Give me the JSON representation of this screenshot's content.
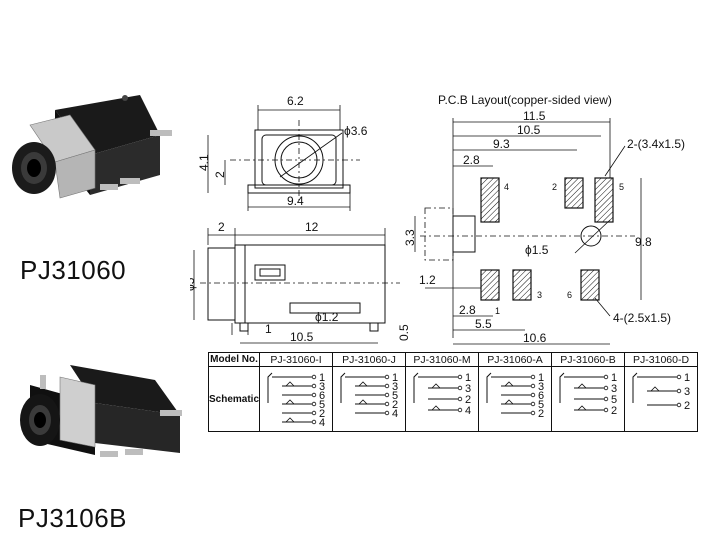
{
  "products": {
    "top_name": "PJ31060",
    "bottom_name": "PJ3106B"
  },
  "front_view": {
    "width": "6.2",
    "hole": "ϕ3.6",
    "height_outer": "4.1",
    "height_inner": "2",
    "base_width": "9.4"
  },
  "side_view": {
    "left_len": "2",
    "body_len": "12",
    "dia": "ϕ5",
    "pin_gap": "1",
    "pin_dia": "ϕ1.2",
    "total_len": "10.5",
    "thickness": "0.5"
  },
  "pcb": {
    "title": "P.C.B Layout(copper-sided view)",
    "dim_11_5": "11.5",
    "dim_10_5": "10.5",
    "dim_9_3": "9.3",
    "dim_2_8_top": "2.8",
    "pad_big": "2-(3.4x1.5)",
    "dim_3_3": "3.3",
    "hole": "ϕ1.5",
    "dim_9_8": "9.8",
    "dim_1_2": "1.2",
    "dim_2_8_bot": "2.8",
    "dim_5_5": "5.5",
    "pad_small": "4-(2.5x1.5)",
    "dim_10_6": "10.6",
    "pins": {
      "p1": "1",
      "p2": "2",
      "p3": "3",
      "p4": "4",
      "p5": "5",
      "p6": "6"
    }
  },
  "table": {
    "model_label": "Model No.",
    "schematic_label": "Schematic",
    "models": [
      "PJ-31060-I",
      "PJ-31060-J",
      "PJ-31060-M",
      "PJ-31060-A",
      "PJ-31060-B",
      "PJ-31060-D"
    ],
    "pins": {
      "I": [
        "1",
        "3",
        "6",
        "5",
        "2",
        "4"
      ],
      "J": [
        "1",
        "3",
        "5",
        "2",
        "4"
      ],
      "M": [
        "1",
        "3",
        "2",
        "4"
      ],
      "A": [
        "1",
        "3",
        "6",
        "5",
        "2"
      ],
      "B": [
        "1",
        "3",
        "5",
        "2"
      ],
      "D": [
        "1",
        "3",
        "2"
      ]
    }
  }
}
